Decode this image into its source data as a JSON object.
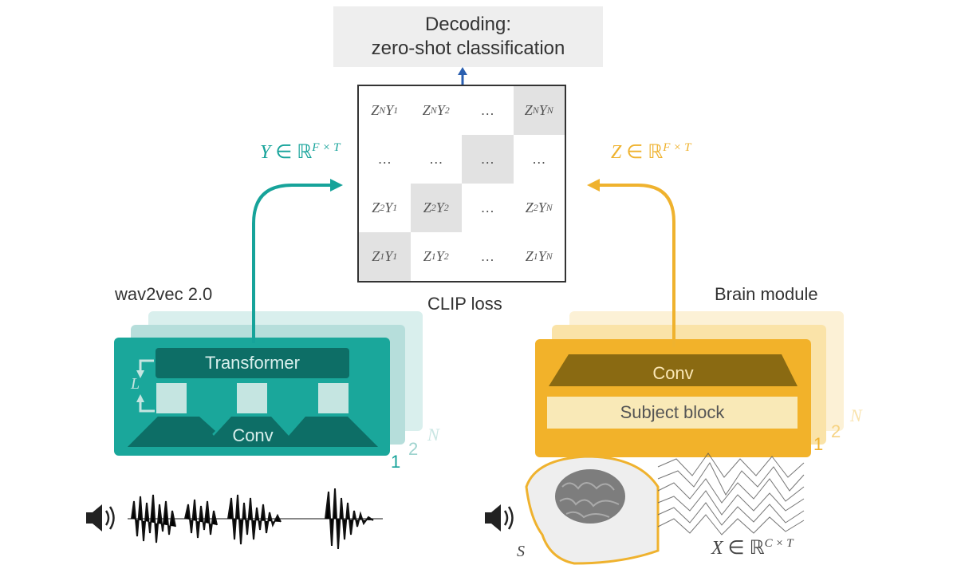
{
  "decoding": {
    "line1": "Decoding:",
    "line2": "zero-shot classification"
  },
  "matrix": {
    "rows": [
      [
        {
          "z": "Z",
          "zs": "N",
          "y": "Y",
          "ys": "1"
        },
        {
          "z": "Z",
          "zs": "N",
          "y": "Y",
          "ys": "2"
        },
        {
          "dots": "…"
        },
        {
          "z": "Z",
          "zs": "N",
          "y": "Y",
          "ys": "N",
          "diag": true
        }
      ],
      [
        {
          "dots": "…"
        },
        {
          "dots": "…"
        },
        {
          "dots": "…",
          "diag": true
        },
        {
          "dots": "…"
        }
      ],
      [
        {
          "z": "Z",
          "zs": "2",
          "y": "Y",
          "ys": "1"
        },
        {
          "z": "Z",
          "zs": "2",
          "y": "Y",
          "ys": "2",
          "diag": true
        },
        {
          "dots": "…"
        },
        {
          "z": "Z",
          "zs": "2",
          "y": "Y",
          "ys": "N"
        }
      ],
      [
        {
          "z": "Z",
          "zs": "1",
          "y": "Y",
          "ys": "1",
          "diag": true
        },
        {
          "z": "Z",
          "zs": "1",
          "y": "Y",
          "ys": "2"
        },
        {
          "dots": "…"
        },
        {
          "z": "Z",
          "zs": "1",
          "y": "Y",
          "ys": "N"
        }
      ]
    ]
  },
  "clip_loss": "CLIP loss",
  "y_eq": {
    "var": "Y",
    "rel": " ∈ ℝ",
    "sup": "F × T"
  },
  "z_eq": {
    "var": "Z",
    "rel": " ∈ ℝ",
    "sup": "F × T"
  },
  "x_eq": {
    "var": "X",
    "rel": " ∈ ℝ",
    "sup": "C × T"
  },
  "s_label": "S",
  "wav2vec": {
    "title": "wav2vec 2.0",
    "transformer": "Transformer",
    "conv": "Conv",
    "loop": "L",
    "layers": [
      "1",
      "2",
      "N"
    ]
  },
  "brain": {
    "title": "Brain module",
    "conv": "Conv",
    "subject_block": "Subject block",
    "layers": [
      "1",
      "2",
      "N"
    ]
  },
  "colors": {
    "teal": "#1aa79b",
    "teal_dark": "#0d6e66",
    "gold": "#f2b22a",
    "gold_dark": "#8a6a12",
    "arrow_blue": "#2a5fb0"
  },
  "icons": [
    "speaker-icon",
    "brain-icon",
    "head-icon",
    "waveform-icon",
    "meg-signals-icon"
  ]
}
